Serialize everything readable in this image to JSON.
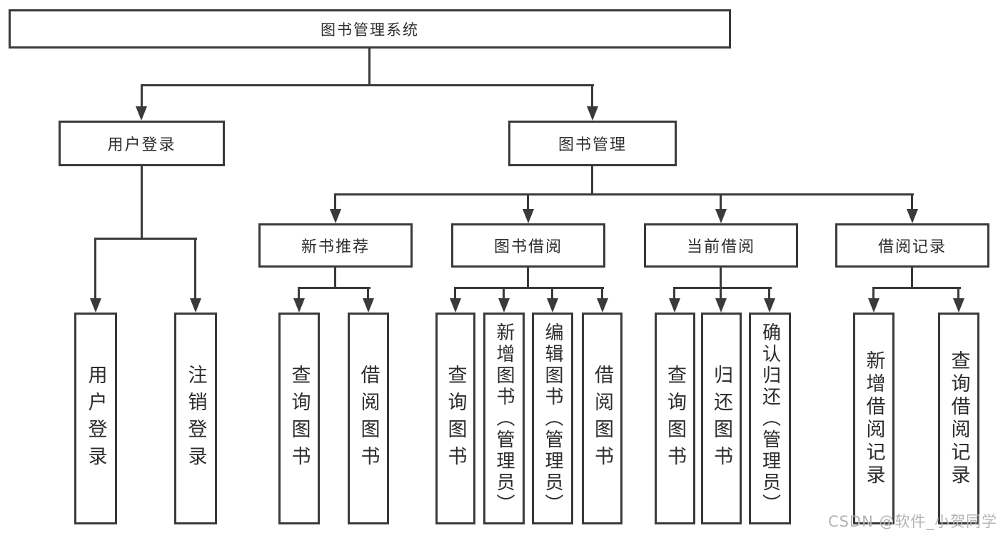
{
  "nodes": {
    "root": {
      "label": "图书管理系统"
    },
    "userLogin": {
      "label": "用户登录",
      "children": [
        "用户登录",
        "注销登录"
      ]
    },
    "bookMgmt": {
      "label": "图书管理",
      "children": {
        "newBook": {
          "label": "新书推荐",
          "children": [
            "查询图书",
            "借阅图书"
          ]
        },
        "borrow": {
          "label": "图书借阅",
          "children": [
            "查询图书",
            "新增图书（管理员）",
            "编辑图书（管理员）",
            "借阅图书"
          ]
        },
        "current": {
          "label": "当前借阅",
          "children": [
            "查询图书",
            "归还图书",
            "确认归还（管理员）"
          ]
        },
        "record": {
          "label": "借阅记录",
          "children": [
            "新增借阅记录",
            "查询借阅记录"
          ]
        }
      }
    }
  },
  "watermark": {
    "text": "CSDN @软件_小贺同学",
    "color": "#b3b3b3"
  },
  "colors": {
    "line": "#3a3a3a",
    "text": "#2d2d2d",
    "background": "#ffffff"
  }
}
